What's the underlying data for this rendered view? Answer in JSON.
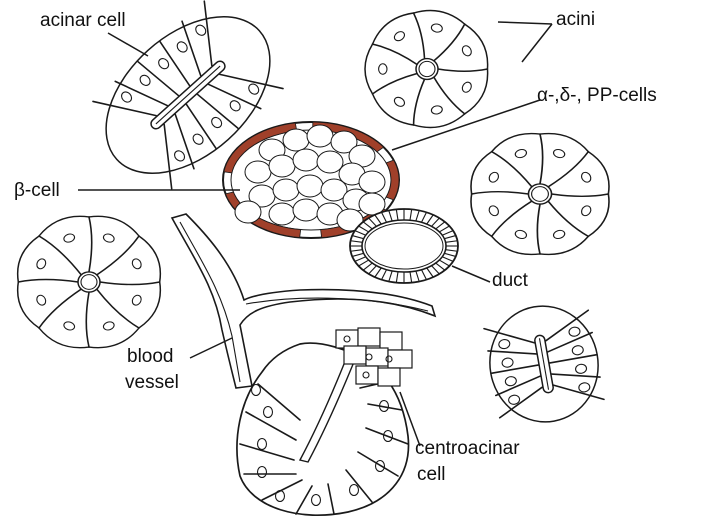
{
  "labels": {
    "acinar_cell": "acinar cell",
    "acini": "acini",
    "alpha_delta_pp": "α-,δ-, PP-cells",
    "beta_cell": "β-cell",
    "duct": "duct",
    "blood_vessel_line1": "blood",
    "blood_vessel_line2": "vessel",
    "centroacinar_line1": "centroacinar",
    "centroacinar_line2": "cell"
  },
  "colors": {
    "line": "#1a1a1a",
    "islet_rim": "#a0402a",
    "background": "#ffffff"
  }
}
